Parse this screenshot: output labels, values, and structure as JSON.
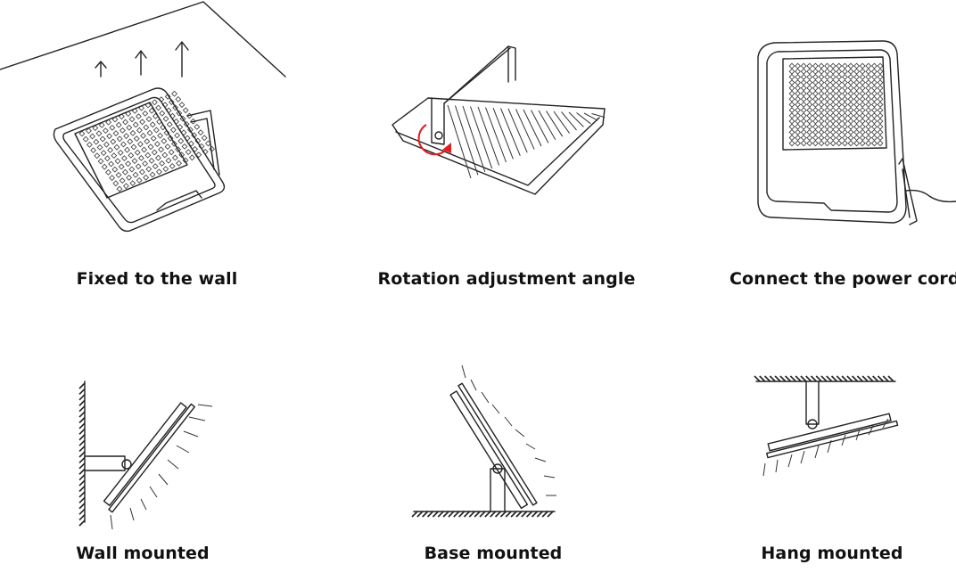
{
  "steps": [
    {
      "id": "fixed",
      "label": "Fixed to the wall"
    },
    {
      "id": "rotation",
      "label": "Rotation adjustment angle"
    },
    {
      "id": "power",
      "label": "Connect the power cord"
    }
  ],
  "mounts": [
    {
      "id": "wall",
      "label": "Wall mounted"
    },
    {
      "id": "base",
      "label": "Base mounted"
    },
    {
      "id": "hang",
      "label": "Hang mounted"
    }
  ],
  "colors": {
    "line": "#222222",
    "accent": "#e02020"
  },
  "icons": [
    "up-arrow-icon",
    "rotation-arrow-icon",
    "floodlight-icon"
  ]
}
